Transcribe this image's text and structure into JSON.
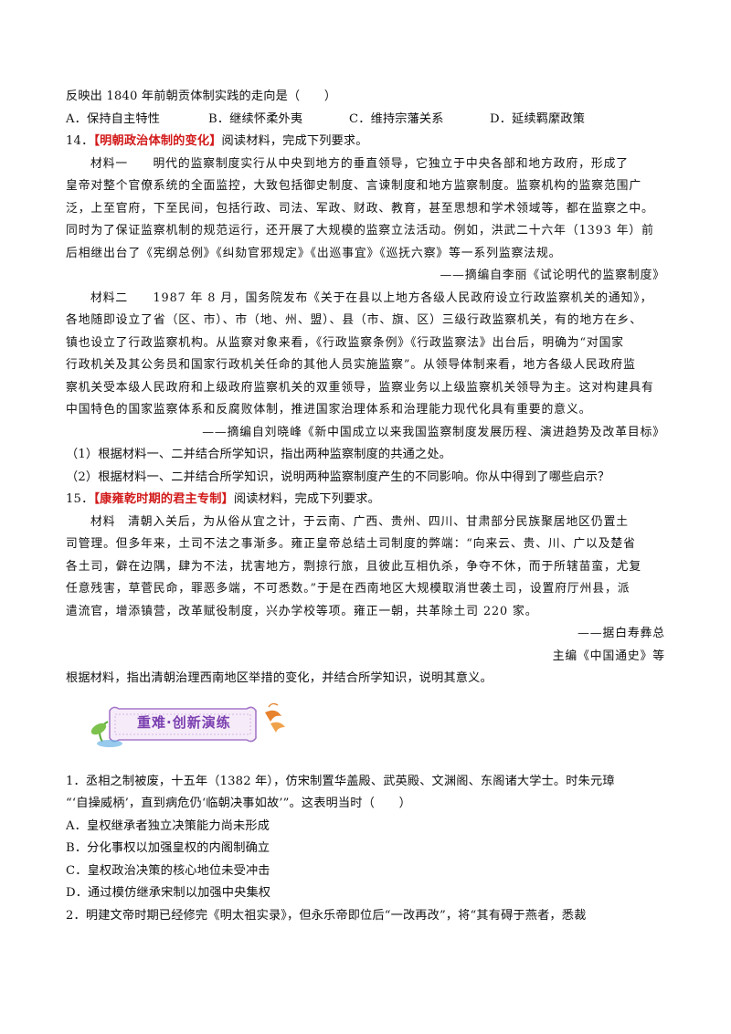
{
  "q13": {
    "stem_tail": "反映出 1840 年前朝贡体制实践的走向是（　　）",
    "options": [
      "A．保持自主特性",
      "B．继续怀柔外夷",
      "C．维持宗藩关系",
      "D．延续羁縻政策"
    ]
  },
  "q14": {
    "number": "14．",
    "tag": "【明朝政治体制的变化】",
    "instruction": "阅读材料，完成下列要求。",
    "material1_lines": [
      "材料一　　明代的监察制度实行从中央到地方的垂直领导，它独立于中央各部和地方政府，形成了",
      "皇帝对整个官僚系统的全面监控，大致包括御史制度、言谏制度和地方监察制度。监察机构的监察范围广",
      "泛，上至官府，下至民间，包括行政、司法、军政、财政、教育，甚至思想和学术领域等，都在监察之中。",
      "同时为了保证监察机制的规范运行，还开展了大规模的监察立法活动。例如，洪武二十六年（1393 年）前",
      "后相继出台了《宪纲总例》《纠劾官邪规定》《出巡事宜》《巡抚六察》等一系列监察法规。"
    ],
    "source1": "——摘编自李丽《试论明代的监察制度》",
    "material2_lines": [
      "材料二　　1987 年 8 月，国务院发布《关于在县以上地方各级人民政府设立行政监察机关的通知》，",
      "各地随即设立了省（区、市）、市（地、州、盟）、县（市、旗、区）三级行政监察机关，有的地方在乡、",
      "镇也设立了行政监察机构。从监察对象来看，《行政监察条例》《行政监察法》出台后，明确为“对国家",
      "行政机关及其公务员和国家行政机关任命的其他人员实施监察”。从领导体制来看，地方各级人民政府监",
      "察机关受本级人民政府和上级政府监察机关的双重领导，监察业务以上级监察机关领导为主。这对构建具有",
      "中国特色的国家监察体系和反腐败体制，推进国家治理体系和治理能力现代化具有重要的意义。"
    ],
    "source2": "——摘编自刘晓峰《新中国成立以来我国监察制度发展历程、演进趋势及改革目标》",
    "sub1": "（1）根据材料一、二并结合所学知识，指出两种监察制度的共通之处。",
    "sub2": "（2）根据材料一、二并结合所学知识，说明两种监察制度产生的不同影响。你从中得到了哪些启示？"
  },
  "q15": {
    "number": "15．",
    "tag": "【康雍乾时期的君主专制】",
    "instruction": "阅读材料，完成下列要求。",
    "material_lines": [
      "材料　清朝入关后，为从俗从宜之计，于云南、广西、贵州、四川、甘肃部分民族聚居地区仍置土",
      "司管理。但多年来，土司不法之事渐多。雍正皇帝总结土司制度的弊端：“向来云、贵、川、广以及楚省",
      "各土司，僻在边隅，肆为不法，扰害地方，剽掠行旅，且彼此互相仇杀，争夺不休，而于所辖苗蛮，尤复",
      "任意残害，草菅民命，罪恶多端，不可悉数。”于是在西南地区大规模取消世袭土司，设置府厅州县，派",
      "遣流官，增添镇营，改革赋役制度，兴办学校等项。雍正一朝，共革除土司 220 家。"
    ],
    "source_line1": "——据白寿彝总",
    "source_line2": "主编《中国通史》等",
    "question": "根据材料，指出清朝治理西南地区举措的变化，并结合所学知识，说明其意义。"
  },
  "section_badge": "重难·创新演练",
  "c1": {
    "stem_lines": [
      "1．丞相之制被废，十五年（1382 年），仿宋制置华盖殿、武英殿、文渊阁、东阁诸大学士。时朱元璋",
      "“‘自操威柄’，直到病危仍‘临朝决事如故’”。这表明当时（　　）"
    ],
    "options": [
      "A．皇权继承者独立决策能力尚未形成",
      "B．分化事权以加强皇权的内阁制确立",
      "C．皇权政治决策的核心地位未受冲击",
      "D．通过模仿继承宋制以加强中央集权"
    ]
  },
  "c2": {
    "stem_line": "2．明建文帝时期已经修完《明太祖实录》，但永乐帝即位后“一改再改”，将“其有碍于燕者，悉裁"
  }
}
